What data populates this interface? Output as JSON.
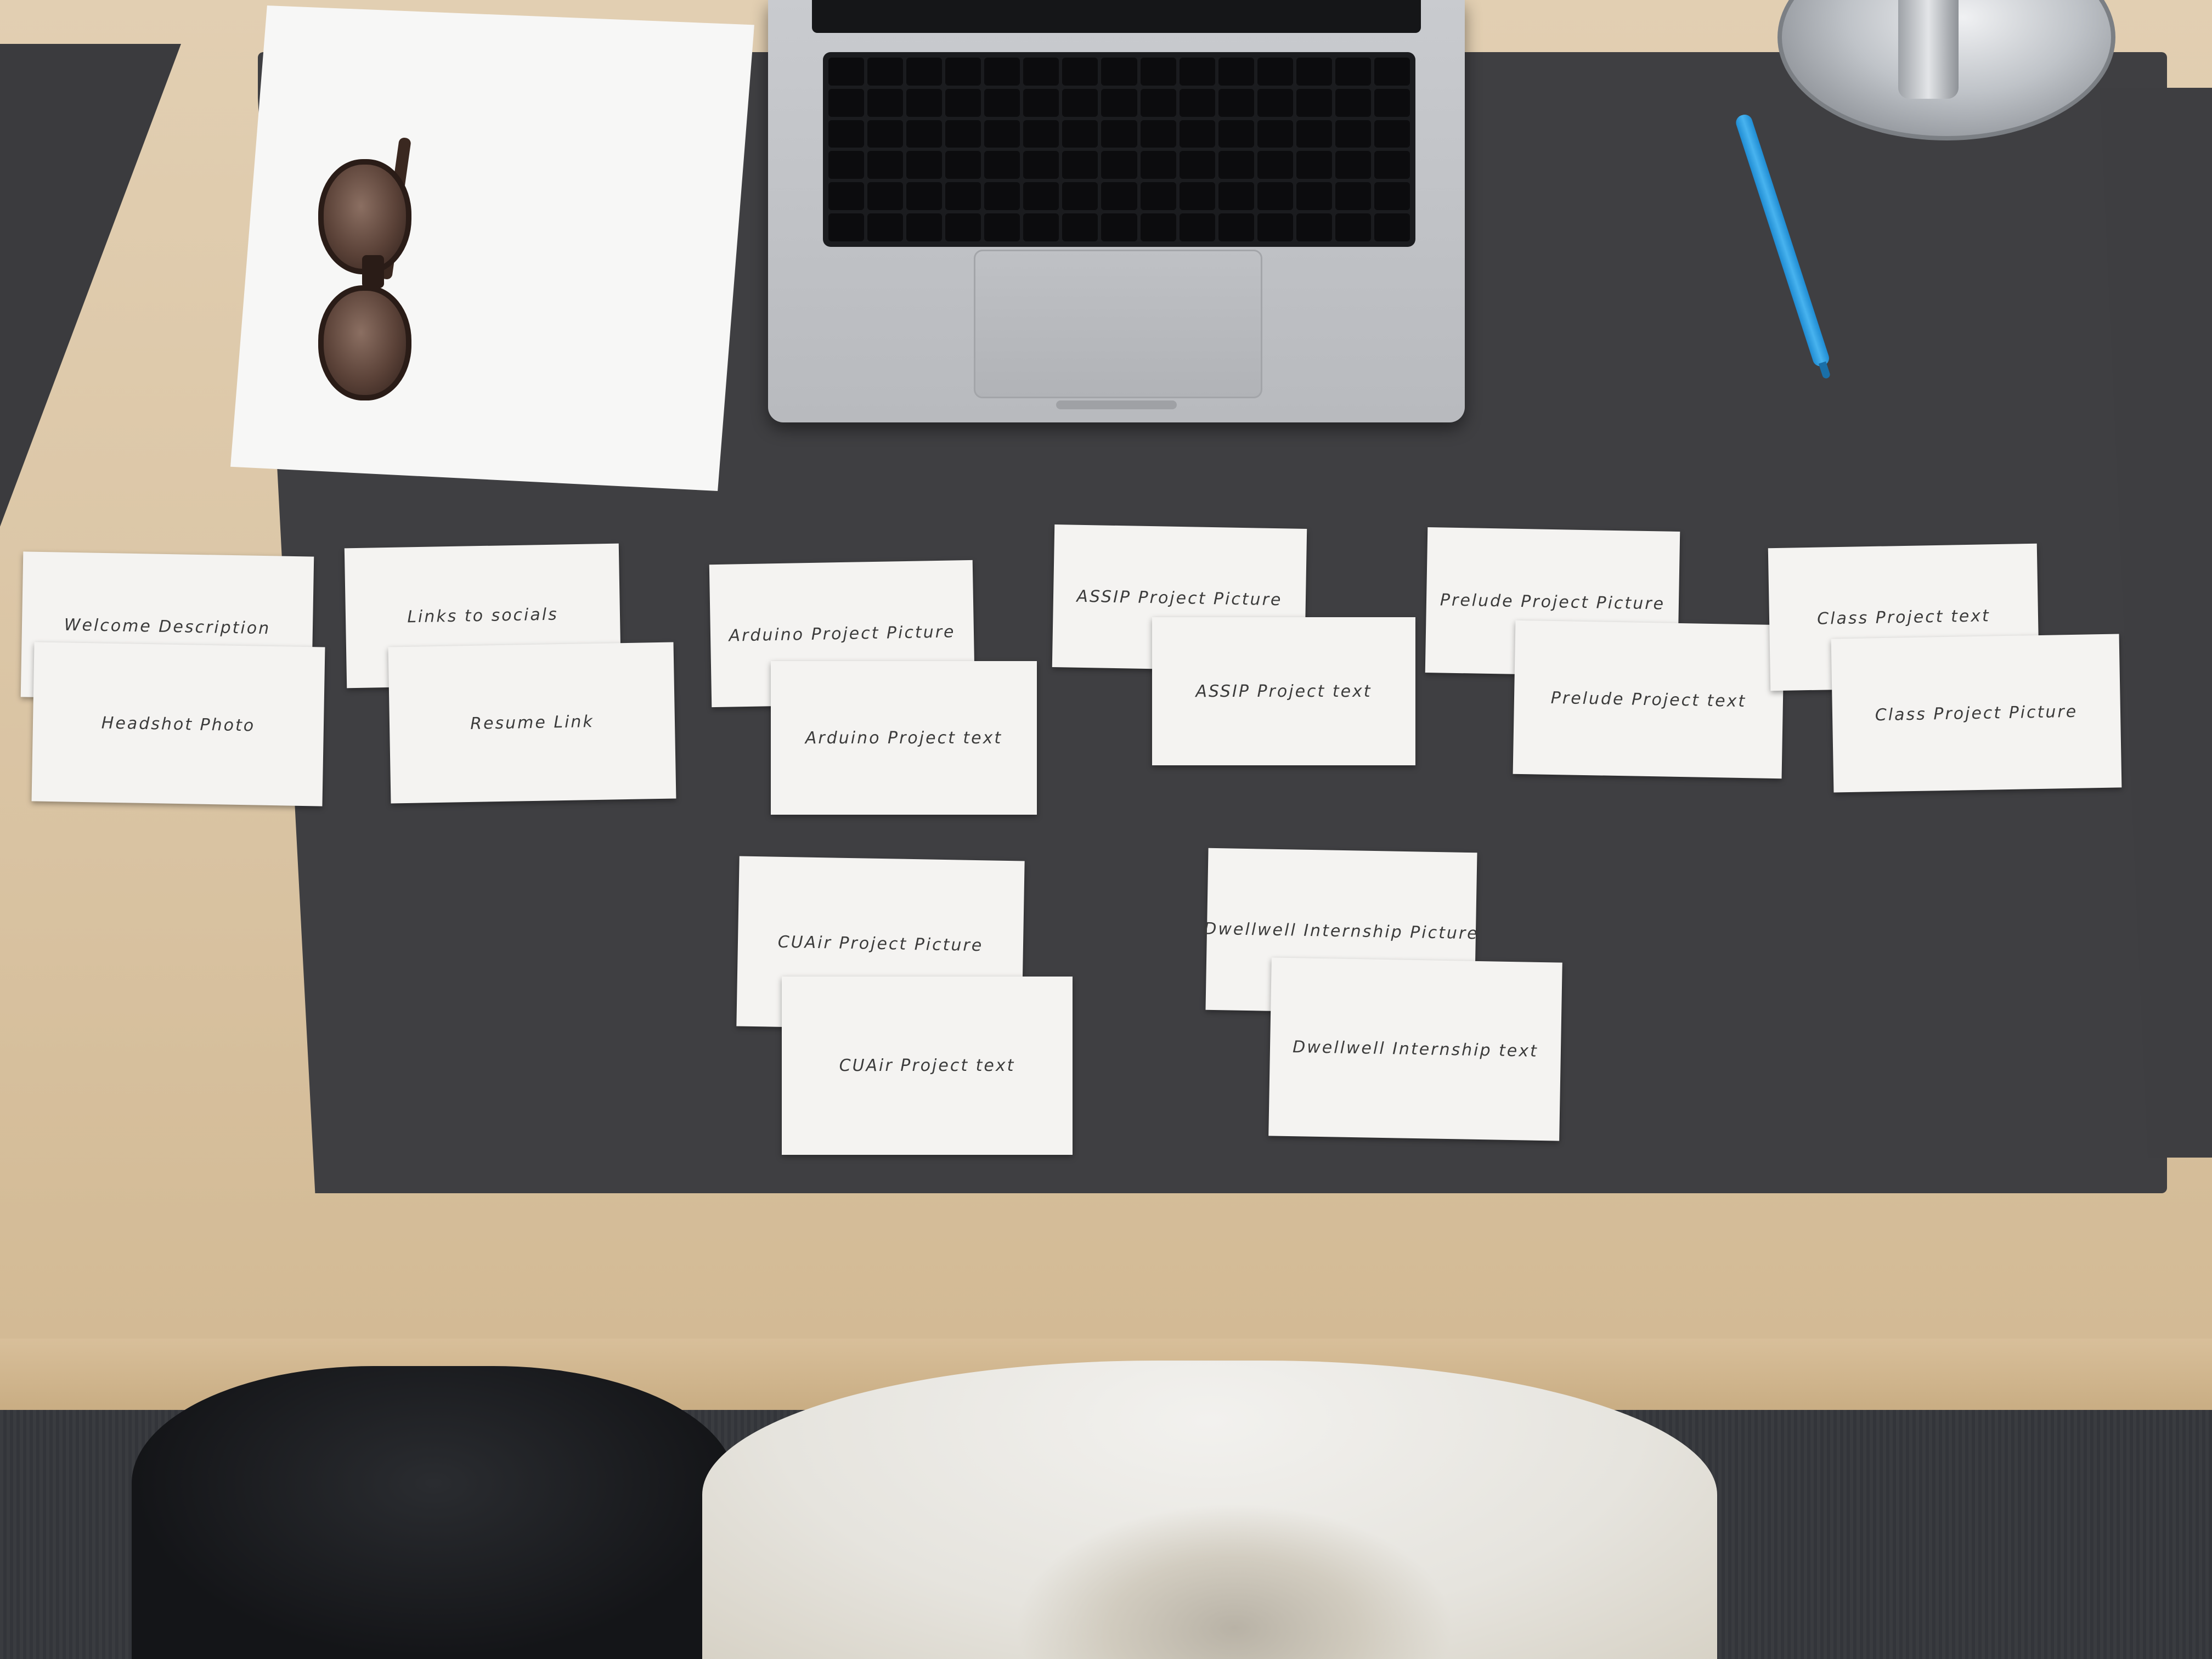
{
  "cards": [
    {
      "label": "Welcome Description"
    },
    {
      "label": "Headshot Photo"
    },
    {
      "label": "Links to socials"
    },
    {
      "label": "Resume Link"
    },
    {
      "label": "Arduino Project Picture"
    },
    {
      "label": "Arduino Project text"
    },
    {
      "label": "ASSIP Project Picture"
    },
    {
      "label": "ASSIP Project text"
    },
    {
      "label": "Prelude Project Picture"
    },
    {
      "label": "Prelude Project text"
    },
    {
      "label": "Class Project text"
    },
    {
      "label": "Class Project Picture"
    },
    {
      "label": "CUAir Project Picture"
    },
    {
      "label": "CUAir Project text"
    },
    {
      "label": "Dwellwell Internship Picture"
    },
    {
      "label": "Dwellwell Internship text"
    }
  ],
  "colors": {
    "desk_mat": "#3f3f42",
    "table_wood": "#d9c3a2",
    "card_paper": "#f4f3f1",
    "pen_blue": "#2f9fe0"
  }
}
